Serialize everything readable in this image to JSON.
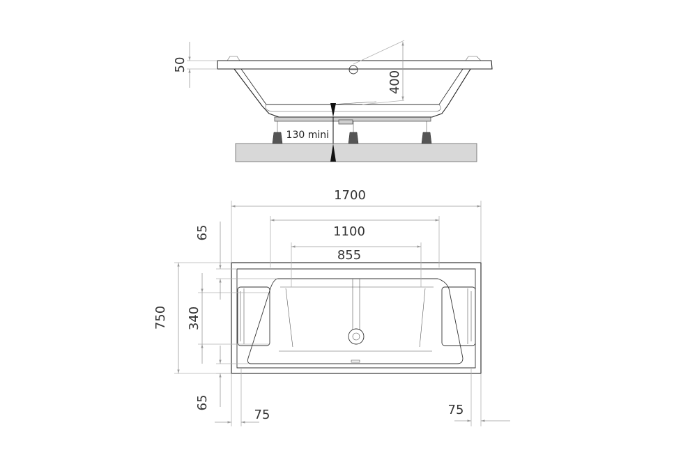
{
  "side_view": {
    "dim_rim": "50",
    "dim_depth": "400",
    "dim_floor_clearance": "130 mini"
  },
  "top_view": {
    "dim_total_length": "1700",
    "dim_inner_length": "1100",
    "dim_bottom_length": "855",
    "dim_total_width": "750",
    "dim_inner_width": "340",
    "dim_top_margin": "65",
    "dim_bottom_margin": "65",
    "dim_left_margin": "75",
    "dim_right_margin": "75"
  },
  "colors": {
    "line": "#222222",
    "dimension": "#9a9a9a",
    "floor": "#d8d8d8",
    "frame": "#cfcfcf"
  }
}
